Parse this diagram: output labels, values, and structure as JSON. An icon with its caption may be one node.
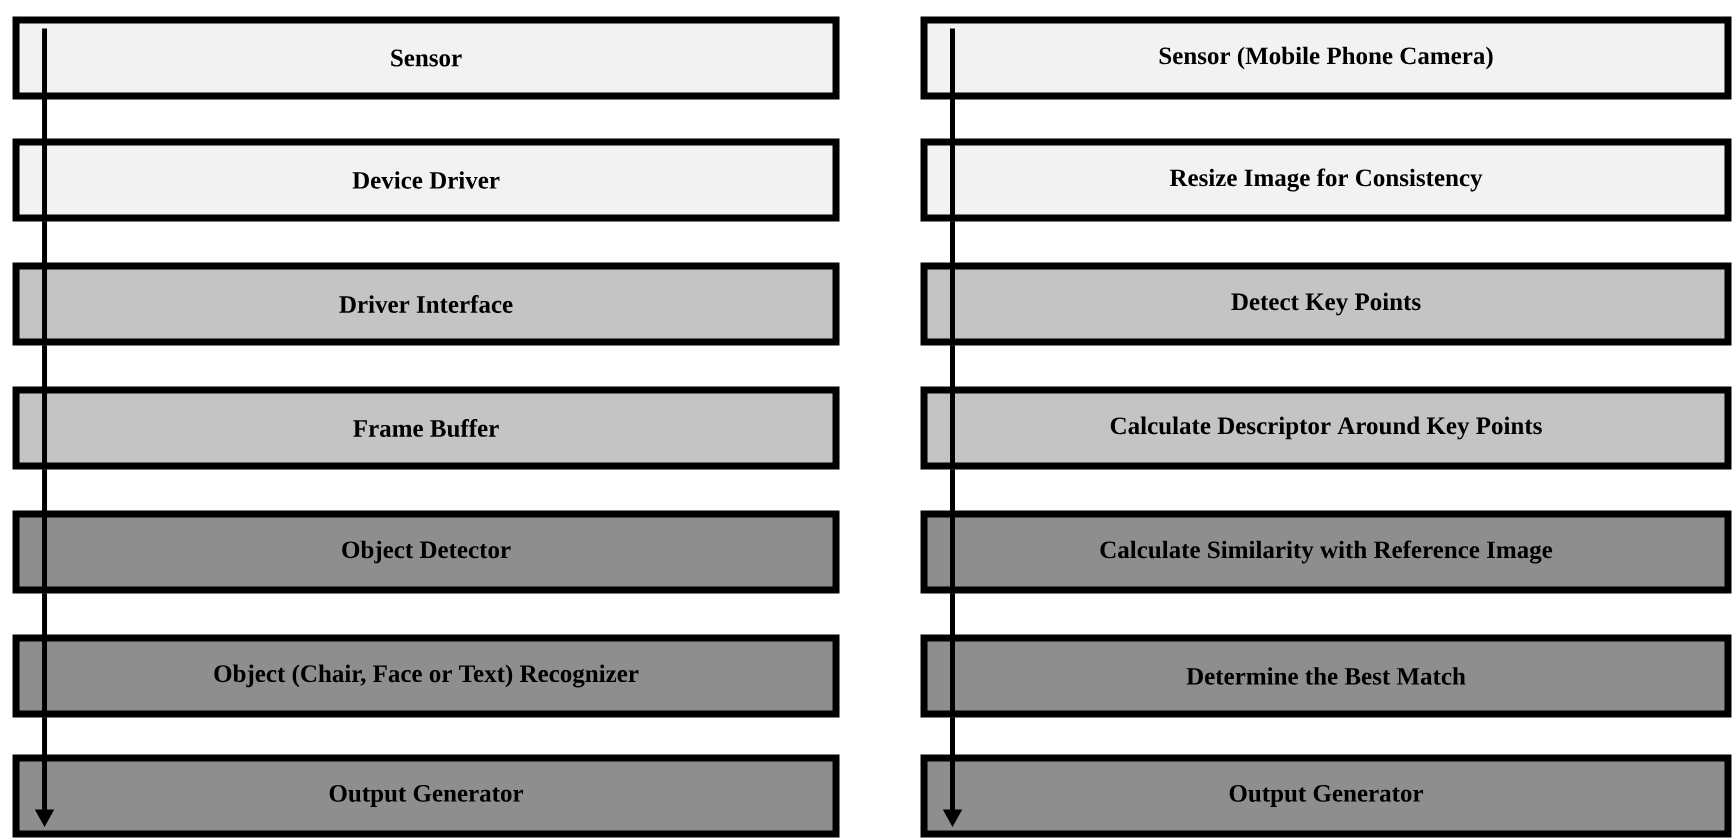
{
  "diagram": {
    "nodes": [
      {
        "text": [
          "Sensor"
        ]
      },
      {
        "text": [
          "Device Driver"
        ]
      },
      {
        "text": [
          "Driver Interface"
        ]
      },
      {
        "text": [
          "Frame Buffer"
        ]
      },
      {
        "text": [
          "Object Detector"
        ]
      },
      {
        "text": [
          "Object (Chair, Face or Text) Recognizer"
        ]
      },
      {
        "text": [
          "Output Generator"
        ]
      },
      {
        "text": [
          "Sensor (Mobile Phone Camera)"
        ]
      },
      {
        "text": [
          "Resize Image for Consistency"
        ]
      },
      {
        "text": [
          "Detect Key Points"
        ]
      },
      {
        "text": [
          "Calculate Descriptor Around Key Points"
        ]
      },
      {
        "text": [
          "Calculate Similarity with Reference Image"
        ]
      },
      {
        "text": [
          "Determine the Best Match"
        ]
      },
      {
        "text": [
          "Output Generator"
        ]
      }
    ],
    "edges": [
      {
        "from": 0,
        "to": 1,
        "arrow": "none"
      },
      {
        "from": 1,
        "to": 2,
        "arrow": "none"
      },
      {
        "from": 2,
        "to": 3,
        "arrow": "none"
      },
      {
        "from": 3,
        "to": 4,
        "arrow": "none"
      },
      {
        "from": 4,
        "to": 5,
        "arrow": "none"
      },
      {
        "from": 5,
        "to": 6,
        "arrow": "to"
      },
      {
        "from": 7,
        "to": 8,
        "arrow": "none"
      },
      {
        "from": 8,
        "to": 9,
        "arrow": "none"
      },
      {
        "from": 9,
        "to": 10,
        "arrow": "none"
      },
      {
        "from": 10,
        "to": 11,
        "arrow": "none"
      },
      {
        "from": 11,
        "to": 12,
        "arrow": "none"
      },
      {
        "from": 12,
        "to": 13,
        "arrow": "to"
      }
    ]
  }
}
